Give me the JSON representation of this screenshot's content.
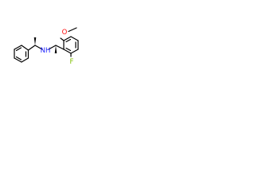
{
  "molecule": {
    "atom_labels": {
      "nitrogen_hydrogen": "NH",
      "fluorine": "F",
      "oxygen": "O"
    },
    "colors": {
      "bond": "#000000",
      "nitrogen": "#1f23ff",
      "fluorine": "#7fbf00",
      "oxygen": "#ff0d0d",
      "background": "#ffffff"
    }
  }
}
